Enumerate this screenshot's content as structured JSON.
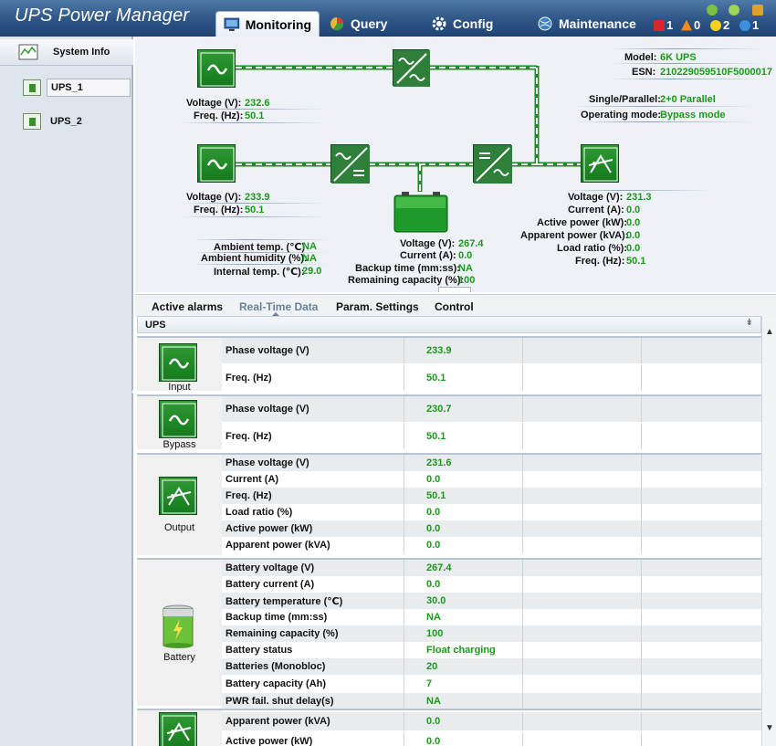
{
  "app": {
    "title": "UPS Power Manager"
  },
  "tabs": [
    {
      "label": "Monitoring",
      "icon": "monitor-icon"
    },
    {
      "label": "Query",
      "icon": "pie-chart-icon"
    },
    {
      "label": "Config",
      "icon": "gear-icon"
    },
    {
      "label": "Maintenance",
      "icon": "globe-icon"
    }
  ],
  "status": {
    "critical": "1",
    "major": "0",
    "minor": "2",
    "warning": "1",
    "top_icons": [
      "help-icon",
      "chat-icon",
      "logout-icon"
    ]
  },
  "sidebar": {
    "system_info": "System Info",
    "devices": [
      {
        "label": "UPS_1"
      },
      {
        "label": "UPS_2"
      }
    ]
  },
  "diagram": {
    "bypass_in": {
      "voltage_label": "Voltage (V):",
      "voltage": "232.6",
      "freq_label": "Freq. (Hz):",
      "freq": "50.1"
    },
    "main_in": {
      "voltage_label": "Voltage (V):",
      "voltage": "233.9",
      "freq_label": "Freq. (Hz):",
      "freq": "50.1"
    },
    "env": {
      "ambient_temp_label": "Ambient temp. (℃)",
      "ambient_temp": "NA",
      "ambient_humidity_label": "Ambient humidity (%):",
      "ambient_humidity": "NA",
      "internal_temp_label": "Internal temp. (℃):",
      "internal_temp": "29.0"
    },
    "battery": {
      "voltage_label": "Voltage (V):",
      "voltage": "267.4",
      "current_label": "Current (A):",
      "current": "0.0",
      "backup_label": "Backup time (mm:ss):",
      "backup": "NA",
      "capacity_label": "Remaining capacity (%):",
      "capacity": "100"
    },
    "output": {
      "voltage_label": "Voltage (V):",
      "voltage": "231.3",
      "current_label": "Current (A):",
      "current": "0.0",
      "active_label": "Active power (kW):",
      "active": "0.0",
      "apparent_label": "Apparent power (kVA):",
      "apparent": "0.0",
      "load_label": "Load ratio (%):",
      "load": "0.0",
      "freq_label": "Freq. (Hz):",
      "freq": "50.1"
    },
    "info": {
      "model_label": "Model:",
      "model": "6K UPS",
      "esn_label": "ESN:",
      "esn": "210229059510F5000017",
      "single_parallel_label": "Single/Parallel:",
      "single_parallel": "2+0 Parallel",
      "mode_label": "Operating mode:",
      "mode": "Bypass mode"
    }
  },
  "subtabs": [
    "Active alarms",
    "Real-Time Data",
    "Param. Settings",
    "Control"
  ],
  "panel_header": "UPS",
  "sections": {
    "input": {
      "name": "Input",
      "rows": [
        {
          "label": "Phase voltage (V)",
          "value": "233.9"
        },
        {
          "label": "Freq. (Hz)",
          "value": "50.1"
        }
      ]
    },
    "bypass": {
      "name": "Bypass",
      "rows": [
        {
          "label": "Phase voltage (V)",
          "value": "230.7"
        },
        {
          "label": "Freq. (Hz)",
          "value": "50.1"
        }
      ]
    },
    "output": {
      "name": "Output",
      "rows": [
        {
          "label": "Phase voltage (V)",
          "value": "231.6"
        },
        {
          "label": "Current (A)",
          "value": "0.0"
        },
        {
          "label": "Freq. (Hz)",
          "value": "50.1"
        },
        {
          "label": "Load ratio (%)",
          "value": "0.0"
        },
        {
          "label": "Active power (kW)",
          "value": "0.0"
        },
        {
          "label": "Apparent power (kVA)",
          "value": "0.0"
        }
      ]
    },
    "battery": {
      "name": "Battery",
      "rows": [
        {
          "label": "Battery voltage (V)",
          "value": "267.4"
        },
        {
          "label": "Battery current (A)",
          "value": "0.0"
        },
        {
          "label": "Battery temperature (℃)",
          "value": "30.0"
        },
        {
          "label": "Backup time (mm:ss)",
          "value": "NA"
        },
        {
          "label": "Remaining capacity (%)",
          "value": "100"
        },
        {
          "label": "Battery status",
          "value": "Float charging"
        },
        {
          "label": "Batteries (Monobloc)",
          "value": "20"
        },
        {
          "label": "Battery capacity (Ah)",
          "value": "7"
        },
        {
          "label": "PWR fail. shut delay(s)",
          "value": "NA"
        }
      ]
    },
    "load": {
      "rows": [
        {
          "label": "Apparent power (kVA)",
          "value": "0.0"
        },
        {
          "label": "Active power (kW)",
          "value": "0.0"
        }
      ]
    }
  },
  "colors": {
    "header": "#2d5585",
    "value_green": "#1a9a1a",
    "icon_green": "#1f8a26"
  }
}
